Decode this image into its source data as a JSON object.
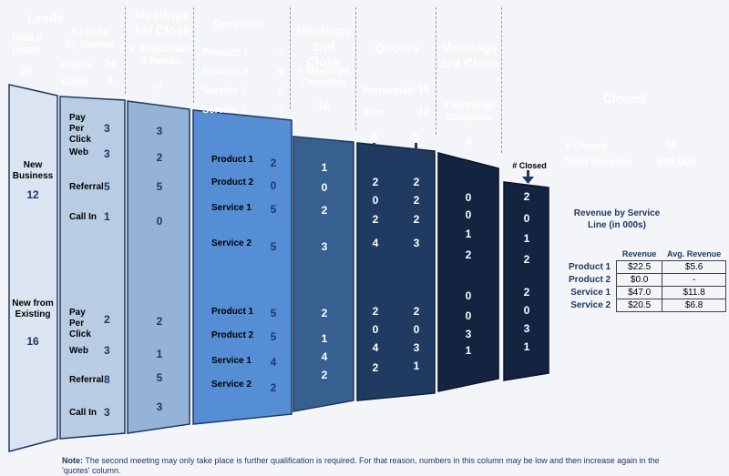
{
  "headers": {
    "leads": "Leads",
    "meetings1": "Meetings 1st Close",
    "services": "Services",
    "meetings2": "Meetings 2nd Close",
    "quotes": "Quotes",
    "meetings3": "Meetings 3rd Close",
    "closed": "Closed"
  },
  "leads": {
    "total_label": "Total # Leads",
    "total_value": "28",
    "by_source_label": "# Leads by Source",
    "online_label": "Online",
    "online_value": "24",
    "other_label": "Other",
    "other_value": "4"
  },
  "meetings1": {
    "label": "# Responses & Needs",
    "value": "21"
  },
  "services_summary": [
    {
      "label": "Product 1",
      "value": "7"
    },
    {
      "label": "Product 2",
      "value": "5"
    },
    {
      "label": "Service 1",
      "value": "9"
    },
    {
      "label": "Service 2",
      "value": "7"
    }
  ],
  "meetings2": {
    "label": "# Meetings Complete",
    "value": "16"
  },
  "quotes": {
    "requested_label": "Requested",
    "requested_value": "16",
    "sent_label": "Sent",
    "sent_value": "12",
    "r_label": "R",
    "s_label": "S"
  },
  "meetings3": {
    "label": "# Meetings Complete",
    "value": "4"
  },
  "closed": {
    "closed_label": "# Closed",
    "closed_value": "11",
    "revenue_label": "Total Revenue",
    "revenue_value": "$90,000",
    "arrow_label": "# Closed",
    "revenue_by_line_title": "Revenue by Service Line (in 000s)",
    "table_headers": [
      "Revenue",
      "Avg. Revenue"
    ],
    "table_rows": [
      {
        "name": "Product 1",
        "revenue": "$22.5",
        "avg": "$5.6"
      },
      {
        "name": "Product 2",
        "revenue": "$0.0",
        "avg": "-"
      },
      {
        "name": "Service 1",
        "revenue": "$47.0",
        "avg": "$11.8"
      },
      {
        "name": "Service 2",
        "revenue": "$20.5",
        "avg": "$6.8"
      }
    ]
  },
  "funnel": {
    "new_business_label": "New Business",
    "new_business_value": "12",
    "new_existing_label": "New from Existing",
    "new_existing_value": "16",
    "sources_new": [
      {
        "label": "Pay Per Click",
        "value": "3"
      },
      {
        "label": "Web",
        "value": "3"
      },
      {
        "label": "Referral",
        "value": "5"
      },
      {
        "label": "Call In",
        "value": "1"
      }
    ],
    "sources_existing": [
      {
        "label": "Pay Per Click",
        "value": "2"
      },
      {
        "label": "Web",
        "value": "3"
      },
      {
        "label": "Referral",
        "value": "8"
      },
      {
        "label": "Call In",
        "value": "3"
      }
    ],
    "m1_new": [
      "3",
      "2",
      "5",
      "0"
    ],
    "m1_existing": [
      "2",
      "1",
      "5",
      "3"
    ],
    "services_new": [
      {
        "label": "Product 1",
        "value": "2"
      },
      {
        "label": "Product 2",
        "value": "0"
      },
      {
        "label": "Service 1",
        "value": "5"
      },
      {
        "label": "Service 2",
        "value": "5"
      }
    ],
    "services_existing": [
      {
        "label": "Product 1",
        "value": "5"
      },
      {
        "label": "Product 2",
        "value": "5"
      },
      {
        "label": "Service 1",
        "value": "4"
      },
      {
        "label": "Service 2",
        "value": "2"
      }
    ],
    "m2_new": [
      "1",
      "0",
      "2",
      "3"
    ],
    "m2_existing": [
      "2",
      "1",
      "4",
      "2"
    ],
    "quotes_new_r": [
      "2",
      "0",
      "2",
      "4"
    ],
    "quotes_new_s": [
      "2",
      "2",
      "2",
      "3"
    ],
    "quotes_existing_r": [
      "2",
      "0",
      "4",
      "2"
    ],
    "quotes_existing_s": [
      "2",
      "0",
      "3",
      "1"
    ],
    "m3_new": [
      "0",
      "0",
      "1",
      "2"
    ],
    "m3_existing": [
      "0",
      "0",
      "3",
      "1"
    ],
    "closed_new": [
      "2",
      "0",
      "1",
      "2"
    ],
    "closed_existing": [
      "2",
      "0",
      "3",
      "1"
    ]
  },
  "note": {
    "label": "Note:",
    "text": "The second meeting may only take place is further qualification is required.  For that reason, numbers in this column may be low and then increase again in the 'quotes' column."
  }
}
